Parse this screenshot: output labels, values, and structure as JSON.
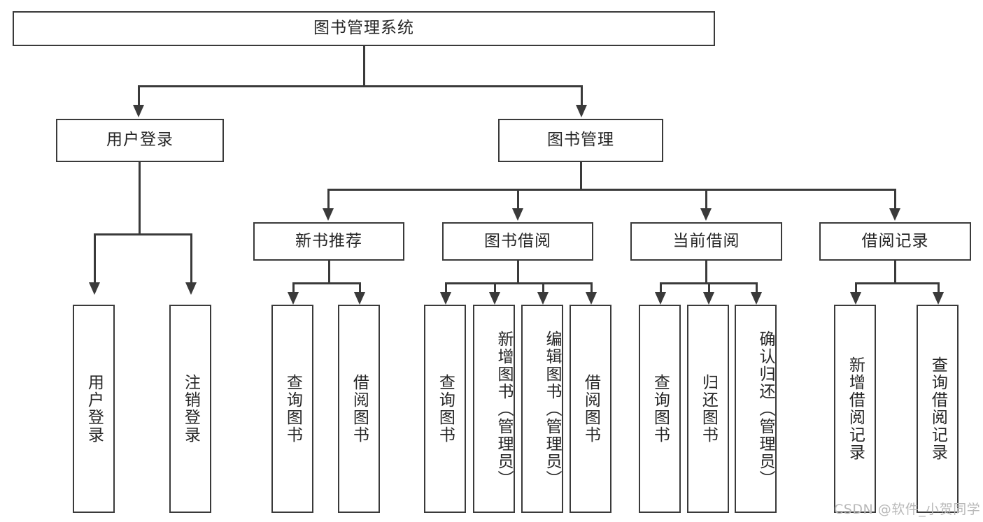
{
  "diagram": {
    "type": "tree-hierarchy-chart",
    "title": "图书管理系统",
    "watermark": "CSDN @软件_小贺同学",
    "colors": {
      "stroke": "#3a3a3a",
      "fill": "#ffffff",
      "text": "#262626",
      "watermark": "#b9b9b9"
    },
    "levels": {
      "root": {
        "label": "图书管理系统"
      },
      "level1": [
        {
          "id": "user-login",
          "label": "用户登录"
        },
        {
          "id": "book-management",
          "label": "图书管理"
        }
      ],
      "level2": [
        {
          "id": "new-book-recommend",
          "label": "新书推荐",
          "parent": "book-management"
        },
        {
          "id": "book-borrow",
          "label": "图书借阅",
          "parent": "book-management"
        },
        {
          "id": "current-borrow",
          "label": "当前借阅",
          "parent": "book-management"
        },
        {
          "id": "borrow-record",
          "label": "借阅记录",
          "parent": "book-management"
        }
      ],
      "leaves": [
        {
          "id": "leaf-user-login",
          "label": "用户登录",
          "parent": "user-login"
        },
        {
          "id": "leaf-logout",
          "label": "注销登录",
          "parent": "user-login"
        },
        {
          "id": "leaf-query-books-1",
          "label": "查询图书",
          "parent": "new-book-recommend"
        },
        {
          "id": "leaf-borrow-books-1",
          "label": "借阅图书",
          "parent": "new-book-recommend"
        },
        {
          "id": "leaf-query-books-2",
          "label": "查询图书",
          "parent": "book-borrow"
        },
        {
          "id": "leaf-add-book",
          "label": "新增图书（管理员）",
          "parent": "book-borrow"
        },
        {
          "id": "leaf-edit-book",
          "label": "编辑图书（管理员）",
          "parent": "book-borrow"
        },
        {
          "id": "leaf-borrow-books-2",
          "label": "借阅图书",
          "parent": "book-borrow"
        },
        {
          "id": "leaf-query-books-3",
          "label": "查询图书",
          "parent": "current-borrow"
        },
        {
          "id": "leaf-return-book",
          "label": "归还图书",
          "parent": "current-borrow"
        },
        {
          "id": "leaf-confirm-return",
          "label": "确认归还（管理员）",
          "parent": "current-borrow"
        },
        {
          "id": "leaf-add-record",
          "label": "新增借阅记录",
          "parent": "borrow-record"
        },
        {
          "id": "leaf-query-record",
          "label": "查询借阅记录",
          "parent": "borrow-record"
        }
      ]
    }
  }
}
